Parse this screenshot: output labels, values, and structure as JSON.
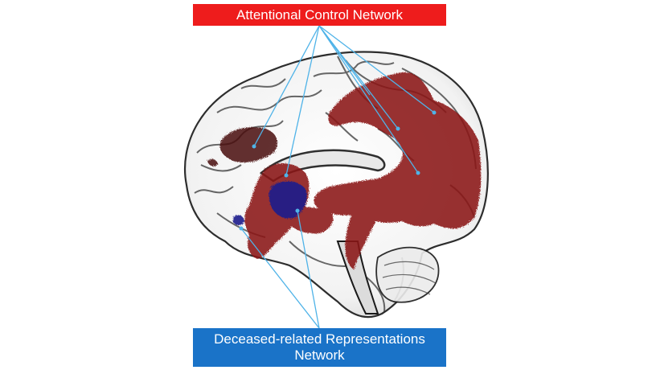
{
  "labels": {
    "top": "Attentional Control Network",
    "bottom_line1": "Deceased-related Representations",
    "bottom_line2": "Network"
  },
  "colors": {
    "top_label_bg": "#ee1c1c",
    "bottom_label_bg": "#1a73c8",
    "connector": "#4fb3e8",
    "attention_regions": "#8b1414",
    "representation_regions": "#1e1e8c",
    "brain_outline": "#1a1a1a"
  }
}
